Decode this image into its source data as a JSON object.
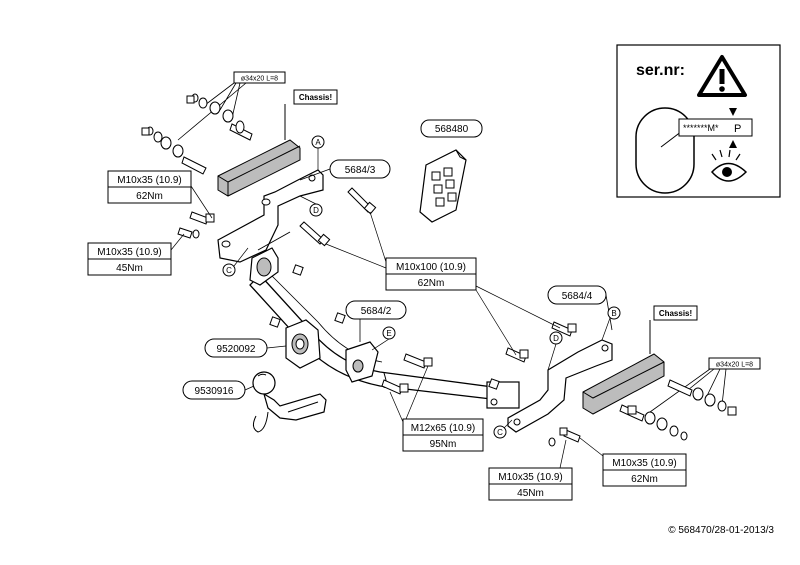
{
  "warning_panel": {
    "title": "ser.nr:",
    "plate_text": "*******M*",
    "plate_letter": "P",
    "icon": "warning-triangle-icon"
  },
  "part_numbers": {
    "instructions": "568480",
    "bracket_left": "5684/3",
    "bracket_right": "5684/4",
    "center_bracket": "5684/2",
    "socket_plate": "9520092",
    "ball": "9530916"
  },
  "bolt_specs": {
    "top_left": {
      "size": "M10x35 (10.9)",
      "torque": "62Nm"
    },
    "mid_left": {
      "size": "M10x35 (10.9)",
      "torque": "45Nm"
    },
    "center": {
      "size": "M10x100 (10.9)",
      "torque": "62Nm"
    },
    "bottom_center": {
      "size": "M12x65 (10.9)",
      "torque": "95Nm"
    },
    "bottom_mid": {
      "size": "M10x35 (10.9)",
      "torque": "45Nm"
    },
    "bottom_right": {
      "size": "M10x35 (10.9)",
      "torque": "62Nm"
    }
  },
  "spacer_labels": {
    "left": "ø34x20 L=8",
    "right": "ø34x20 L=8"
  },
  "chassis_labels": {
    "left": "Chassis!",
    "right": "Chassis!"
  },
  "point_labels": {
    "a": "A",
    "b": "B",
    "c1": "C",
    "c2": "C",
    "d1": "D",
    "d2": "D",
    "e": "E"
  },
  "footer": "© 568470/28-01-2013/3",
  "colors": {
    "line": "#000000",
    "fill": "#ffffff",
    "shade": "#bcbcbc"
  }
}
